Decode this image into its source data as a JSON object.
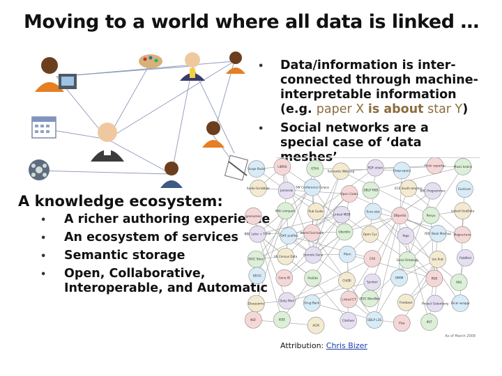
{
  "slide": {
    "title": "Moving to a world where all data is linked …",
    "right_bullets": [
      {
        "pre": "Data/information is inter-connected through machine-interpretable information (e.g. ",
        "hl1": "paper X ",
        "mid": "is about",
        "hl2": " star Y",
        "post": ")"
      },
      {
        "text": "Social networks are a special case of ‘data meshes’"
      }
    ],
    "ecosystem_heading": "A knowledge ecosystem:",
    "ecosystem_bullets": [
      "A richer authoring experience",
      "An ecosystem of services",
      "Semantic storage",
      "Open, Collaborative,",
      "Interoperable, and Automatic"
    ],
    "bullet_glyph": "•",
    "attribution_label": "Attribution: ",
    "attribution_link": "Chris Bizer"
  },
  "lod_cloud": {
    "date_label": "As of March 2009",
    "nodes": [
      "Surge Radio",
      "LIBRIS",
      "GTAA",
      "Semantic Web.org",
      "RDF ohloh",
      "Doap-space",
      "Flickr exporter",
      "Music brainz",
      "Audio-Scrobbler",
      "Jamendo",
      "SW Conference Corpus",
      "Open Calais",
      "DBLP RKB",
      "ECS South-ampton",
      "BBC Programmes",
      "Eurécom",
      "geonames",
      "Wiki company",
      "Pub Guide",
      "Linked MDB",
      "Euro-stat",
      "DBpedia",
      "Revyu",
      "Linked GeoData",
      "BBC Later + TOTP",
      "FOAF profiles",
      "World Fact-book",
      "Uberblic",
      "Open Cyc",
      "Yago",
      "RDF Book Mashup",
      "Magna-tune",
      "SIOC Sites",
      "US Census Data",
      "Homolo Gene",
      "Pfam",
      "CAS",
      "Gene Ontology",
      "Uni Prot",
      "PubMed",
      "KEGG",
      "Gene ID",
      "ProSite",
      "ChEBI",
      "Symbol",
      "OMIM",
      "PDB",
      "MGI",
      "Diseasome",
      "Daily Med",
      "Drug Bank",
      "Linked CT",
      "W3C WordNet",
      "Freebase",
      "Project Gutenberg",
      "Flickr wrappr",
      "NSF",
      "IEEE",
      "ACM",
      "CiteSeer",
      "DBLP L3S",
      "Pisa",
      "IRIT"
    ]
  }
}
